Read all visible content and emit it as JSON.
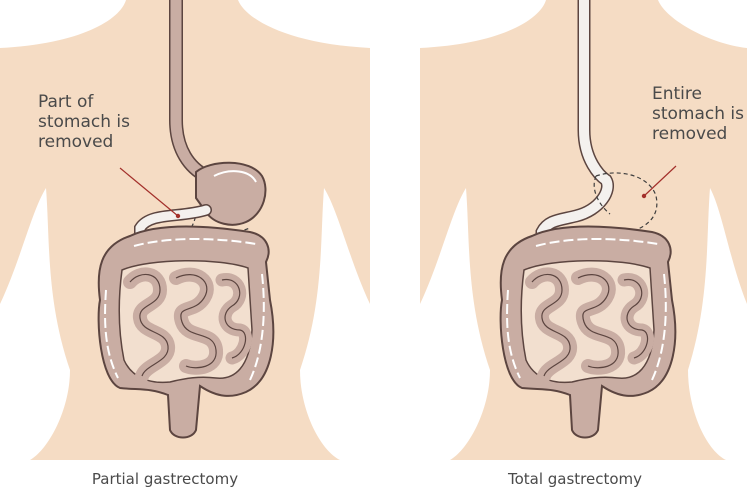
{
  "panels": [
    {
      "caption": "Partial gastrectomy",
      "annotation": "Part of\nstomach is\nremoved"
    },
    {
      "caption": "Total gastrectomy",
      "annotation": "Entire\nstomach is\nremoved"
    }
  ],
  "colors": {
    "skin": "#f5dcc4",
    "organ_fill": "#c9ada3",
    "organ_light": "#e7d6cf",
    "organ_outline": "#5c4540",
    "esophagus_white": "#f4f1ee",
    "pointer": "#a3302b",
    "dashed_outline": "#3e3e3e",
    "text": "#4a4a4a"
  }
}
